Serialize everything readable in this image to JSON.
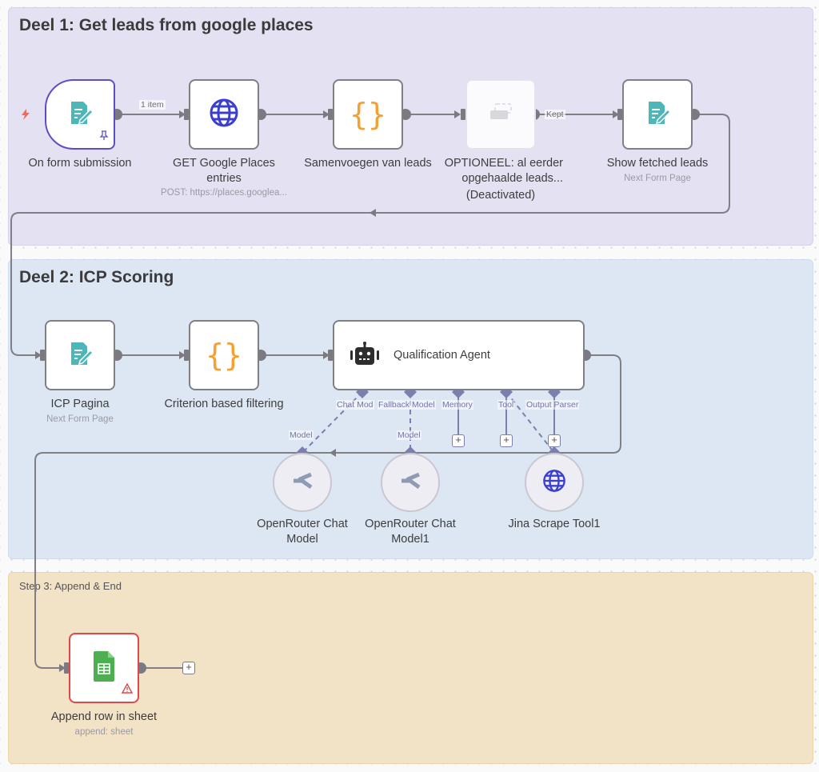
{
  "sections": {
    "part1": {
      "title": "Deel 1: Get leads from google places",
      "color": "#e4e1f3"
    },
    "part2": {
      "title": "Deel 2: ICP Scoring",
      "color": "#dde7f4"
    },
    "part3": {
      "title": "Step 3: Append & End",
      "color": "#f2e2c6"
    }
  },
  "nodes": {
    "form_trigger": {
      "label": "On form submission",
      "icon": "form-icon",
      "pinned": true,
      "trigger": true
    },
    "get_places": {
      "label": "GET Google Places entries",
      "sublabel": "POST: https://places.googlea...",
      "icon": "globe-icon"
    },
    "merge_leads": {
      "label": "Samenvoegen van leads",
      "icon": "code-braces-icon"
    },
    "optional_filter": {
      "label": "OPTIONEEL: al eerder opgehaalde leads...",
      "status": "(Deactivated)",
      "icon": "remove-duplicates-icon"
    },
    "show_leads": {
      "label": "Show fetched leads",
      "sublabel": "Next Form Page",
      "icon": "form-icon"
    },
    "icp_page": {
      "label": "ICP Pagina",
      "sublabel": "Next Form Page",
      "icon": "form-icon"
    },
    "criterion_filter": {
      "label": "Criterion based filtering",
      "icon": "code-braces-icon"
    },
    "agent": {
      "label": "Qualification Agent",
      "icon": "robot-icon",
      "connectors": [
        "Chat Mod",
        "Fallback Model",
        "Memory",
        "Tool",
        "Output Parser"
      ]
    },
    "openrouter1": {
      "label": "OpenRouter Chat Model",
      "connector": "Model",
      "icon": "openrouter-icon"
    },
    "openrouter2": {
      "label": "OpenRouter Chat Model1",
      "connector": "Model",
      "icon": "openrouter-icon"
    },
    "jina": {
      "label": "Jina Scrape Tool1",
      "icon": "globe-icon"
    },
    "append_sheet": {
      "label": "Append row in sheet",
      "sublabel": "append: sheet",
      "icon": "google-sheets-icon",
      "warning": true
    }
  },
  "edges": {
    "trigger_to_get": "1 item",
    "filter_output": "Kept"
  },
  "colors": {
    "trigger_border": "#5b4fc4",
    "error_border": "#e04848",
    "form_icon": "#4db6b8",
    "globe_icon": "#3b3fd1",
    "braces_icon": "#f5a033",
    "sub_connector": "#7b7fb0",
    "sheets_green": "#4caf50"
  }
}
